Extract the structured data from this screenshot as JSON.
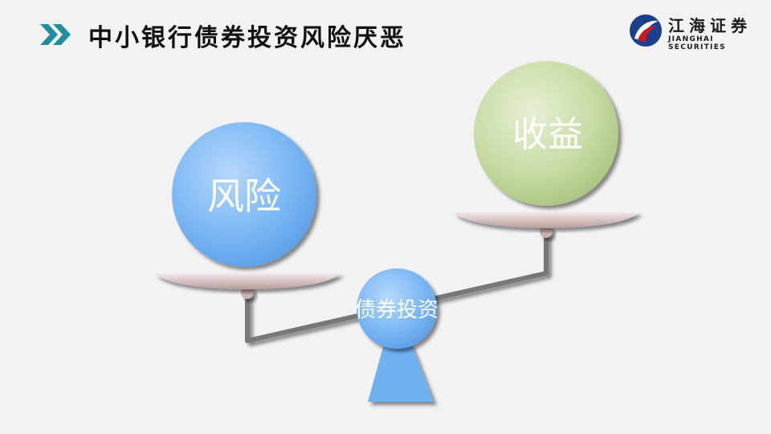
{
  "header": {
    "title": "中小银行债券投资风险厌恶"
  },
  "brand": {
    "name_cn": "江海证券",
    "name_en": "JIANGHAI SECURITIES",
    "colors": {
      "red": "#d7141a",
      "navy": "#1b3f8b"
    }
  },
  "diagram": {
    "left_ball_label": "风险",
    "right_ball_label": "收益",
    "pivot_label": "债券投资",
    "colors": {
      "risk_ball": "#79b6f5",
      "return_ball": "#c9dca6",
      "pivot": "#6fb1f2",
      "beam": "#777777",
      "pan": "#dcc8c8",
      "chevron": "#1f8ea0"
    }
  }
}
